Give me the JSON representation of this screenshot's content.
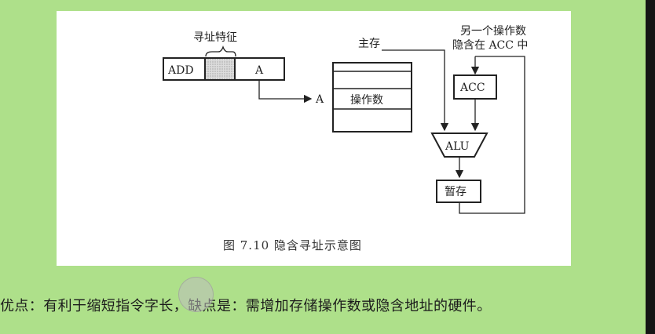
{
  "diagram": {
    "label_addressing_feature": "寻址特征",
    "instruction_opcode": "ADD",
    "instruction_address": "A",
    "main_memory_label": "主存",
    "address_label": "A",
    "operand_label": "操作数",
    "acc_note_line1": "另一个操作数",
    "acc_note_line2": "隐含在  ACC 中",
    "acc_label": "ACC",
    "alu_label": "ALU",
    "temp_label": "暂存",
    "caption": "图 7.10   隐含寻址示意图"
  },
  "text": {
    "bottom_line": "优点：有利于缩短指令字长，缺点是：需增加存储操作数或隐含地址的硬件。"
  }
}
